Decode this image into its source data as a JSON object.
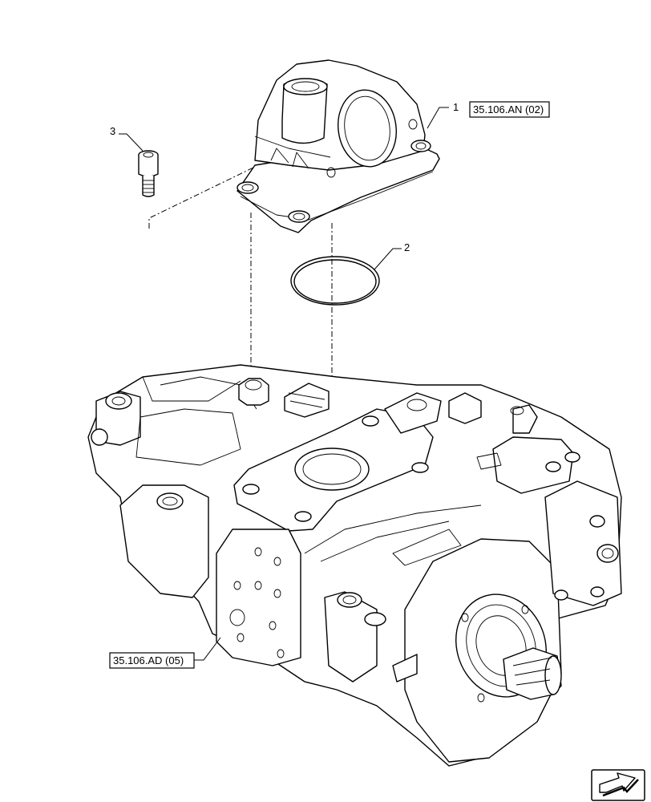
{
  "callouts": {
    "item1": {
      "number": "1",
      "reference": "35.106.AN (02)"
    },
    "item2": {
      "number": "2"
    },
    "item3": {
      "number": "3"
    },
    "pump_reference": "35.106.AD (05)"
  },
  "icons": {
    "nav": "next-page-arrow-icon"
  }
}
